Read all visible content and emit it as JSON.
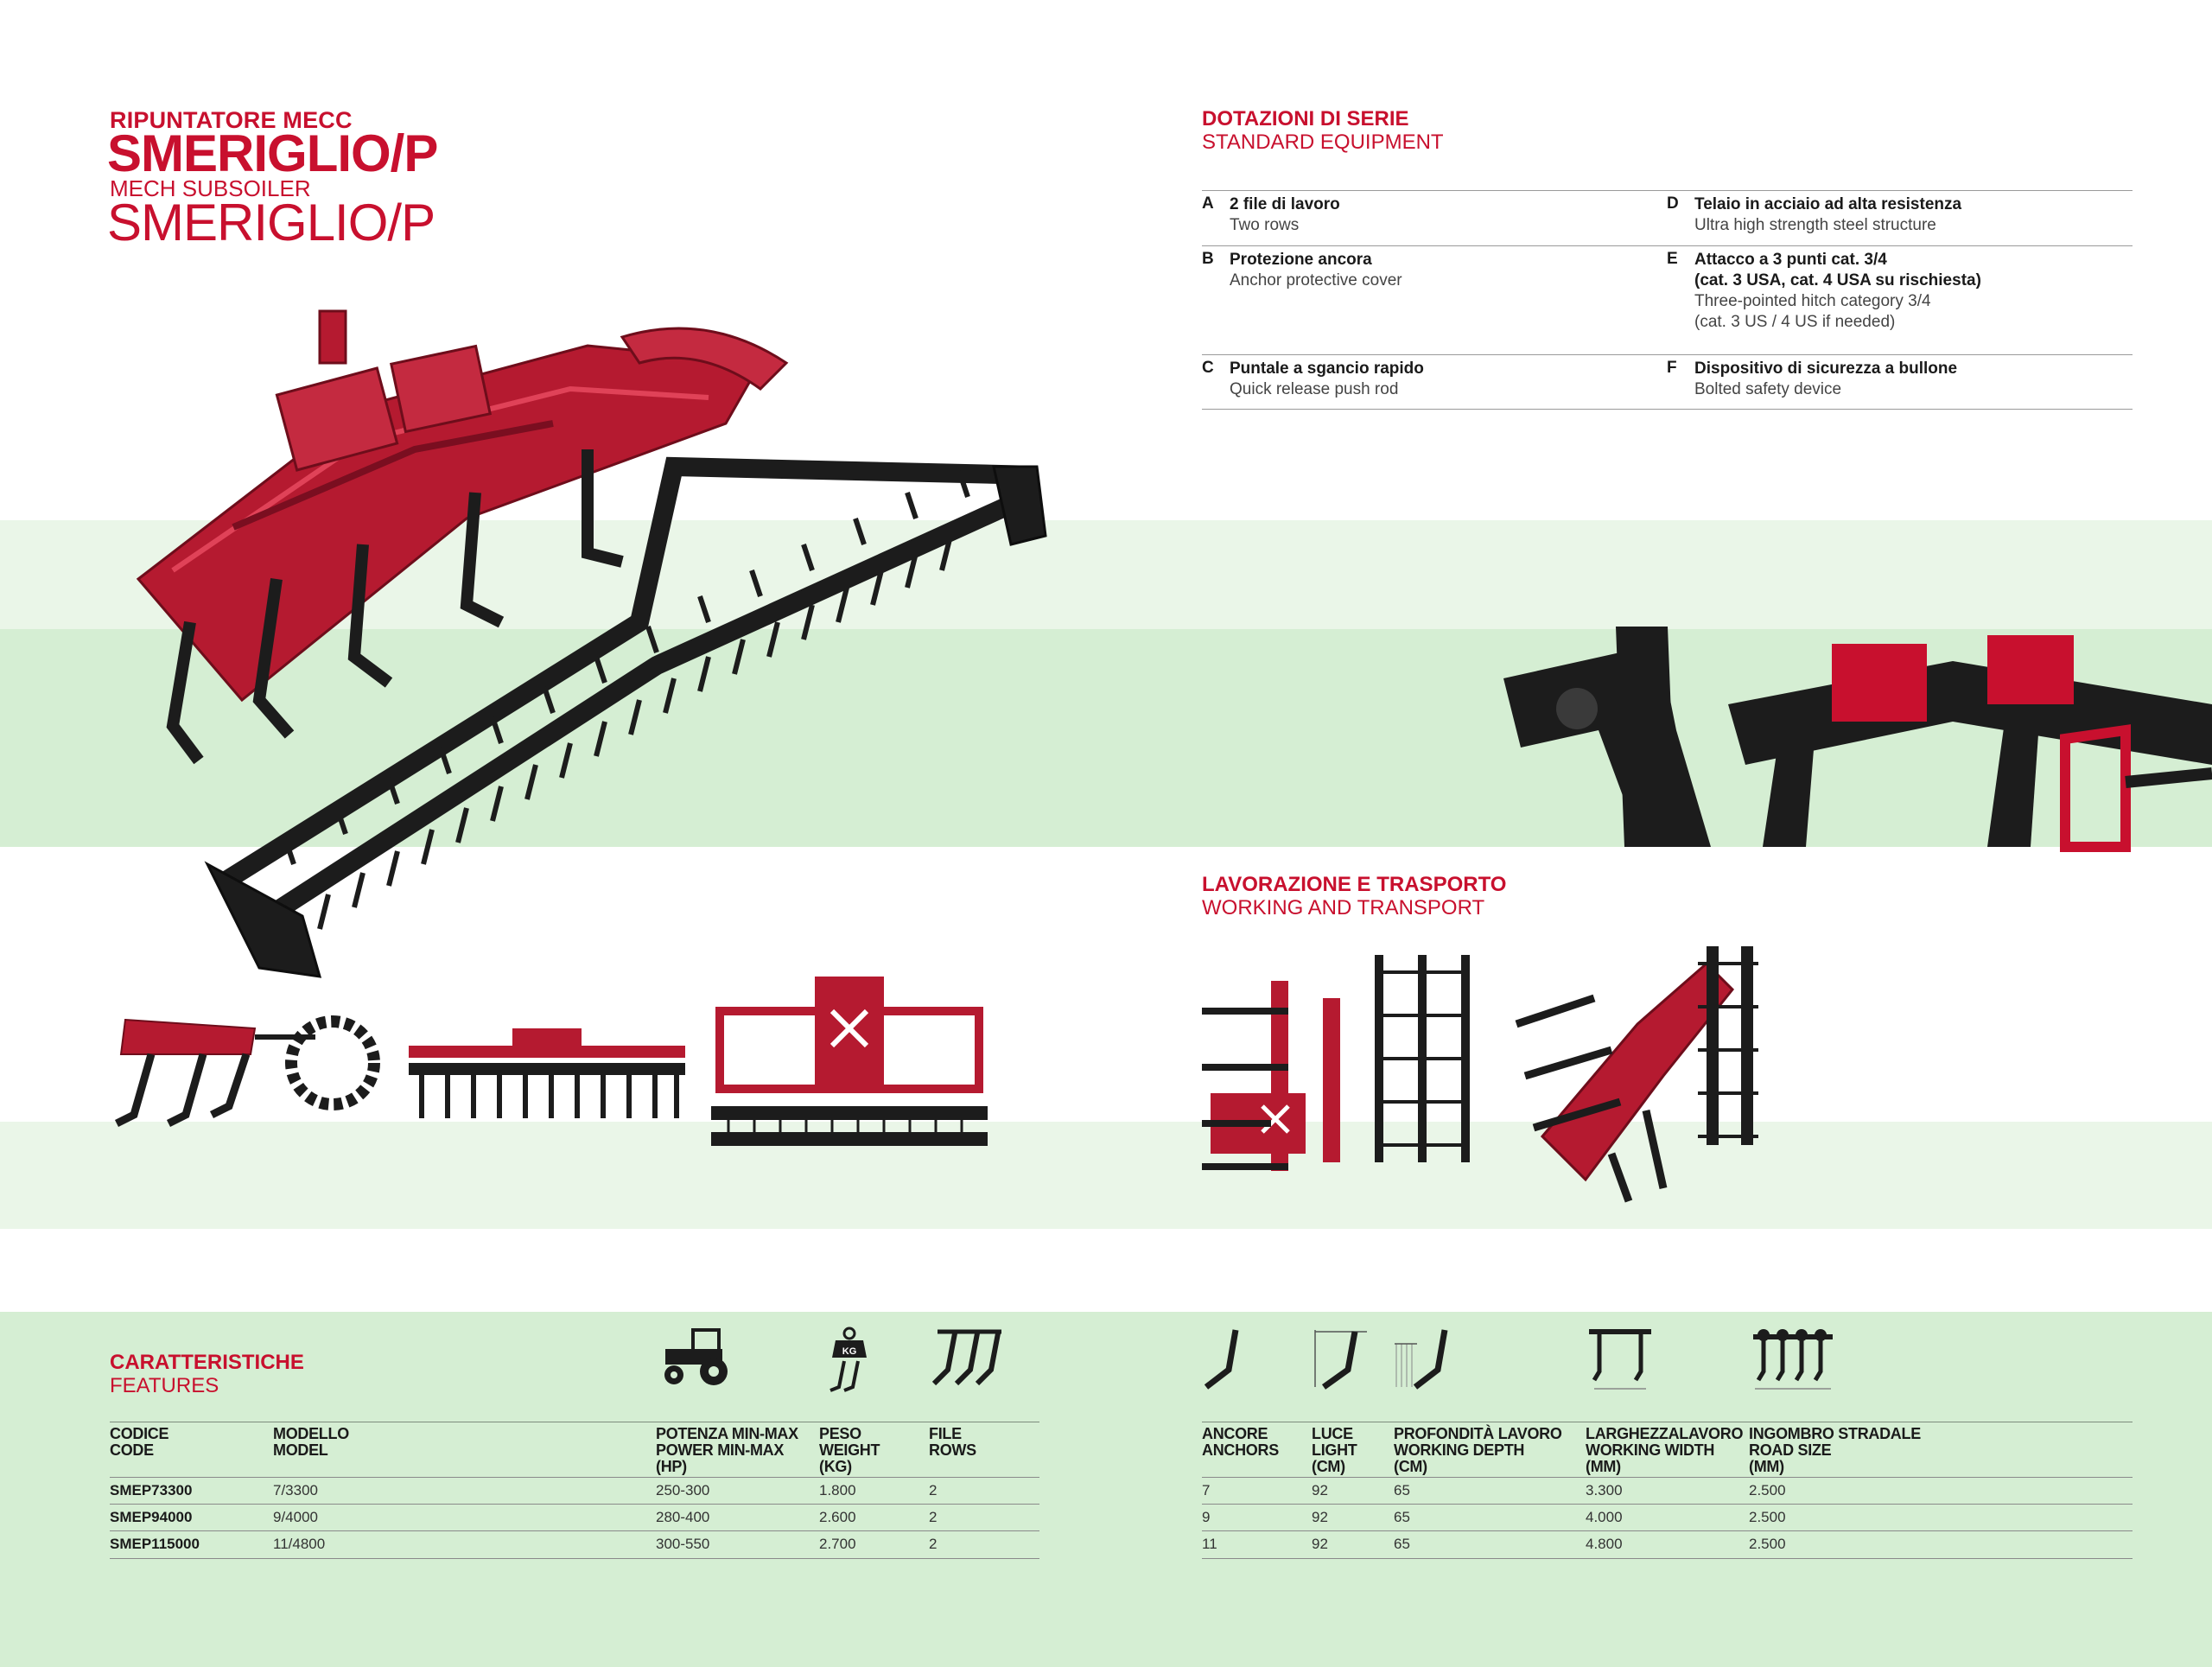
{
  "title": {
    "kicker_it": "RIPUNTATORE MECC",
    "model_it": "SMERIGLIO/P",
    "kicker_en": "MECH SUBSOILER",
    "model_en": "SMERIGLIO/P"
  },
  "standard_equipment": {
    "heading_it": "DOTAZIONI DI SERIE",
    "heading_en": "STANDARD EQUIPMENT",
    "items": [
      {
        "letter": "A",
        "it": "2 file di lavoro",
        "en": "Two rows"
      },
      {
        "letter": "B",
        "it": "Protezione ancora",
        "en": "Anchor protective cover"
      },
      {
        "letter": "C",
        "it": "Puntale a sgancio rapido",
        "en": "Quick release push rod"
      },
      {
        "letter": "D",
        "it": "Telaio in acciaio ad alta resistenza",
        "en": "Ultra high strength steel structure"
      },
      {
        "letter": "E",
        "it": "Attacco a 3 punti cat. 3/4\n(cat. 3 USA, cat. 4 USA su rischiesta)",
        "en": "Three-pointed hitch category 3/4\n(cat. 3 US / 4 US if needed)"
      },
      {
        "letter": "F",
        "it": "Dispositivo di sicurezza a bullone",
        "en": "Bolted safety device"
      }
    ]
  },
  "working_transport": {
    "heading_it": "LAVORAZIONE E TRASPORTO",
    "heading_en": "WORKING AND TRANSPORT"
  },
  "features": {
    "heading_it": "CARATTERISTICHE",
    "heading_en": "FEATURES",
    "icons": [
      "tractor-icon",
      "weight-kg-icon",
      "rows-anchors-icon",
      "anchor-icon",
      "light-icon",
      "working-depth-icon",
      "working-width-icon",
      "road-size-icon"
    ],
    "icon_kg_label": "KG",
    "left_headers": [
      "CODICE\nCODE",
      "MODELLO\nMODEL",
      "POTENZA MIN-MAX\nPOWER MIN-MAX\n(HP)",
      "PESO\nWEIGHT\n(KG)",
      "FILE\nROWS"
    ],
    "right_headers": [
      "ANCORE\nANCHORS",
      "LUCE\nLIGHT\n(CM)",
      "PROFONDITÀ LAVORO\nWORKING DEPTH\n(CM)",
      "LARGHEZZALAVORO\nWORKING WIDTH\n(MM)",
      "INGOMBRO STRADALE\nROAD SIZE\n(MM)"
    ],
    "rows": [
      {
        "code": "SMEP73300",
        "model": "7/3300",
        "power": "250-300",
        "weight": "1.800",
        "rows": "2",
        "anchors": "7",
        "light": "92",
        "depth": "65",
        "width": "3.300",
        "road": "2.500"
      },
      {
        "code": "SMEP94000",
        "model": "9/4000",
        "power": "280-400",
        "weight": "2.600",
        "rows": "2",
        "anchors": "9",
        "light": "92",
        "depth": "65",
        "width": "4.000",
        "road": "2.500"
      },
      {
        "code": "SMEP115000",
        "model": "11/4800",
        "power": "300-550",
        "weight": "2.700",
        "rows": "2",
        "anchors": "11",
        "light": "92",
        "depth": "65",
        "width": "4.800",
        "road": "2.500"
      }
    ]
  },
  "colors": {
    "brand_red": "#c8102e",
    "machine_black": "#1c1c1c",
    "band_light": "#eaf6e8",
    "band_mid": "#d5eed3"
  }
}
